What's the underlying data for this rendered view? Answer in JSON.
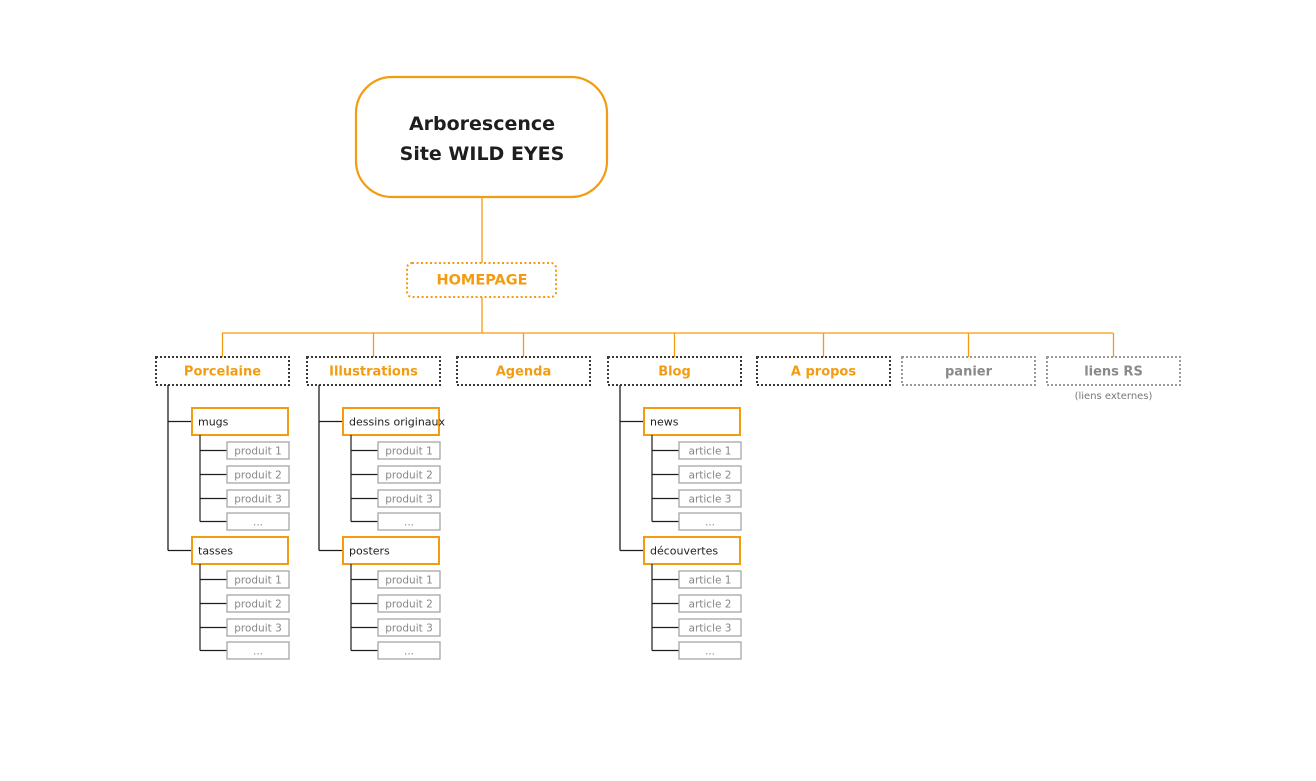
{
  "title": {
    "line1": "Arborescence",
    "line2": "Site WILD EYES"
  },
  "homepage": "HOMEPAGE",
  "colors": {
    "accent": "#f39c12",
    "dark": "#1e1e1e",
    "gray": "#9a9a9a"
  },
  "categories": [
    {
      "id": "porcelaine",
      "label": "Porcelaine",
      "border": "dark-dotted",
      "text": "accent",
      "children": [
        {
          "label": "mugs",
          "leaves": [
            "produit 1",
            "produit 2",
            "produit 3",
            "..."
          ]
        },
        {
          "label": "tasses",
          "leaves": [
            "produit 1",
            "produit 2",
            "produit 3",
            "..."
          ]
        }
      ]
    },
    {
      "id": "illustrations",
      "label": "Illustrations",
      "border": "dark-dotted",
      "text": "accent",
      "children": [
        {
          "label": "dessins originaux",
          "leaves": [
            "produit 1",
            "produit 2",
            "produit 3",
            "..."
          ]
        },
        {
          "label": "posters",
          "leaves": [
            "produit 1",
            "produit 2",
            "produit 3",
            "..."
          ]
        }
      ]
    },
    {
      "id": "agenda",
      "label": "Agenda",
      "border": "dark-dotted",
      "text": "accent",
      "children": []
    },
    {
      "id": "blog",
      "label": "Blog",
      "border": "dark-dotted",
      "text": "accent",
      "children": [
        {
          "label": "news",
          "leaves": [
            "article 1",
            "article 2",
            "article 3",
            "..."
          ]
        },
        {
          "label": "découvertes",
          "leaves": [
            "article 1",
            "article 2",
            "article 3",
            "..."
          ]
        }
      ]
    },
    {
      "id": "apropos",
      "label": "A propos",
      "border": "dark-dotted",
      "text": "accent",
      "children": []
    },
    {
      "id": "panier",
      "label": "panier",
      "border": "gray-dotted",
      "text": "gray",
      "children": []
    },
    {
      "id": "liens-rs",
      "label": "liens RS",
      "border": "gray-dotted",
      "text": "gray",
      "note": "(liens externes)",
      "children": []
    }
  ]
}
